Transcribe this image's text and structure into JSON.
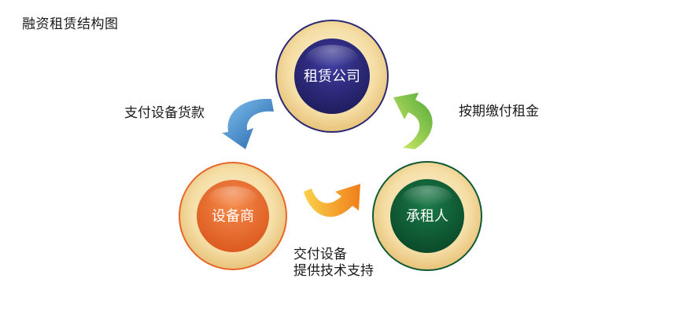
{
  "title": "融资租赁结构图",
  "nodes": {
    "lessor": {
      "label": "租赁公司",
      "color": "#2a2872"
    },
    "supplier": {
      "label": "设备商",
      "color": "#e8662a"
    },
    "lessee": {
      "label": "承租人",
      "color": "#0e5a34"
    }
  },
  "flows": {
    "payment_to_supplier": {
      "label": "支付设备货款"
    },
    "rent_payment": {
      "label": "按期缴付租金"
    },
    "delivery": {
      "line1": "交付设备",
      "line2": "提供技术支持"
    }
  },
  "colors": {
    "ring_fill": "#f3d89a",
    "arrow_blue": "#3d8fd0",
    "arrow_green": "#8cc63f",
    "arrow_orange": "#f39a1e"
  }
}
